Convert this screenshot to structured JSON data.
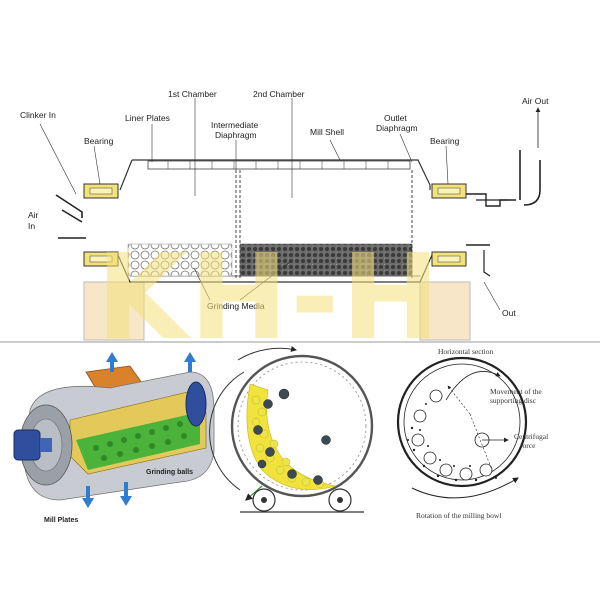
{
  "top_diagram": {
    "labels": {
      "clinker_in": "Clinker In",
      "bearing_left": "Bearing",
      "liner_plates": "Liner Plates",
      "chamber1": "1st Chamber",
      "chamber2": "2nd Chamber",
      "intermediate_diaphragm_1": "Intermediate",
      "intermediate_diaphragm_2": "Diaphragm",
      "mill_shell": "Mill Shell",
      "outlet_diaphragm_1": "Outlet",
      "outlet_diaphragm_2": "Diaphragm",
      "bearing_right": "Bearing",
      "air_out": "Air Out",
      "air_in_1": "Air",
      "air_in_2": "In",
      "grinding_media": "Grinding Media",
      "out": "Out"
    }
  },
  "watermark": "KH-H",
  "bottom_left": {
    "grinding_balls": "Grinding balls",
    "mill_plates": "Mill Plates",
    "colors": {
      "shell": "#c8ccd2",
      "balls": "#4bb33a",
      "frame": "#d9822b",
      "arrow": "#2e7dd1",
      "motor": "#2f4f9e"
    }
  },
  "bottom_right": {
    "horizontal_section": "Horizontal section",
    "movement_1": "Movement of the",
    "movement_2": "supporting disc",
    "centrifugal_1": "Centrifugal",
    "centrifugal_2": "force",
    "rotation": "Rotation of the milling bowl"
  },
  "colors": {
    "highlight": "#f7e79a",
    "watermark": "#f2e07a",
    "media_dark": "#555555",
    "yellow_balls": "#f1e23c"
  }
}
